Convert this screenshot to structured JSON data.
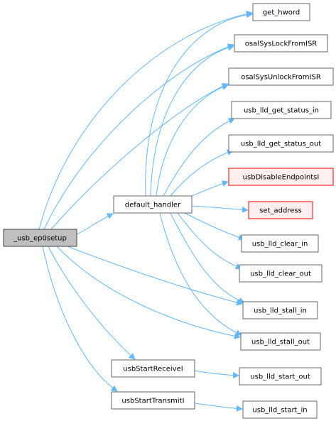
{
  "nodes": {
    "usb_ep0setup": {
      "label": "_usb_ep0setup",
      "style": "root"
    },
    "default_handler": {
      "label": "default_handler",
      "style": "normal"
    },
    "usbStartReceiveI": {
      "label": "usbStartReceiveI",
      "style": "normal"
    },
    "usbStartTransmitI": {
      "label": "usbStartTransmitI",
      "style": "normal"
    },
    "get_hword": {
      "label": "get_hword",
      "style": "normal"
    },
    "osalSysLockFromISR": {
      "label": "osalSysLockFromISR",
      "style": "normal"
    },
    "osalSysUnlockFromISR": {
      "label": "osalSysUnlockFromISR",
      "style": "normal"
    },
    "usb_lld_get_status_in": {
      "label": "usb_lld_get_status_in",
      "style": "normal"
    },
    "usb_lld_get_status_out": {
      "label": "usb_lld_get_status_out",
      "style": "normal"
    },
    "usbDisableEndpointsI": {
      "label": "usbDisableEndpointsI",
      "style": "red"
    },
    "set_address": {
      "label": "set_address",
      "style": "red"
    },
    "usb_lld_clear_in": {
      "label": "usb_lld_clear_in",
      "style": "normal"
    },
    "usb_lld_clear_out": {
      "label": "usb_lld_clear_out",
      "style": "normal"
    },
    "usb_lld_stall_in": {
      "label": "usb_lld_stall_in",
      "style": "normal"
    },
    "usb_lld_stall_out": {
      "label": "usb_lld_stall_out",
      "style": "normal"
    },
    "usb_lld_start_out": {
      "label": "usb_lld_start_out",
      "style": "normal"
    },
    "usb_lld_start_in": {
      "label": "usb_lld_start_in",
      "style": "normal"
    }
  },
  "edges": [
    [
      "usb_ep0setup",
      "get_hword"
    ],
    [
      "usb_ep0setup",
      "osalSysLockFromISR"
    ],
    [
      "usb_ep0setup",
      "osalSysUnlockFromISR"
    ],
    [
      "usb_ep0setup",
      "default_handler"
    ],
    [
      "usb_ep0setup",
      "usb_lld_stall_in"
    ],
    [
      "usb_ep0setup",
      "usb_lld_stall_out"
    ],
    [
      "usb_ep0setup",
      "usbStartReceiveI"
    ],
    [
      "usb_ep0setup",
      "usbStartTransmitI"
    ],
    [
      "default_handler",
      "get_hword"
    ],
    [
      "default_handler",
      "osalSysLockFromISR"
    ],
    [
      "default_handler",
      "osalSysUnlockFromISR"
    ],
    [
      "default_handler",
      "usb_lld_get_status_in"
    ],
    [
      "default_handler",
      "usb_lld_get_status_out"
    ],
    [
      "default_handler",
      "usbDisableEndpointsI"
    ],
    [
      "default_handler",
      "set_address"
    ],
    [
      "default_handler",
      "usb_lld_clear_in"
    ],
    [
      "default_handler",
      "usb_lld_clear_out"
    ],
    [
      "default_handler",
      "usb_lld_stall_in"
    ],
    [
      "default_handler",
      "usb_lld_stall_out"
    ],
    [
      "usbStartReceiveI",
      "usb_lld_start_out"
    ],
    [
      "usbStartTransmitI",
      "usb_lld_start_in"
    ]
  ],
  "colors": {
    "edge": "#63b8ff",
    "node_border": "#666666",
    "node_fill": "#ffffff",
    "root_fill": "#bfbfbf",
    "root_border": "#404040",
    "red_border": "#ff0000",
    "red_fill": "#fff0f0"
  }
}
